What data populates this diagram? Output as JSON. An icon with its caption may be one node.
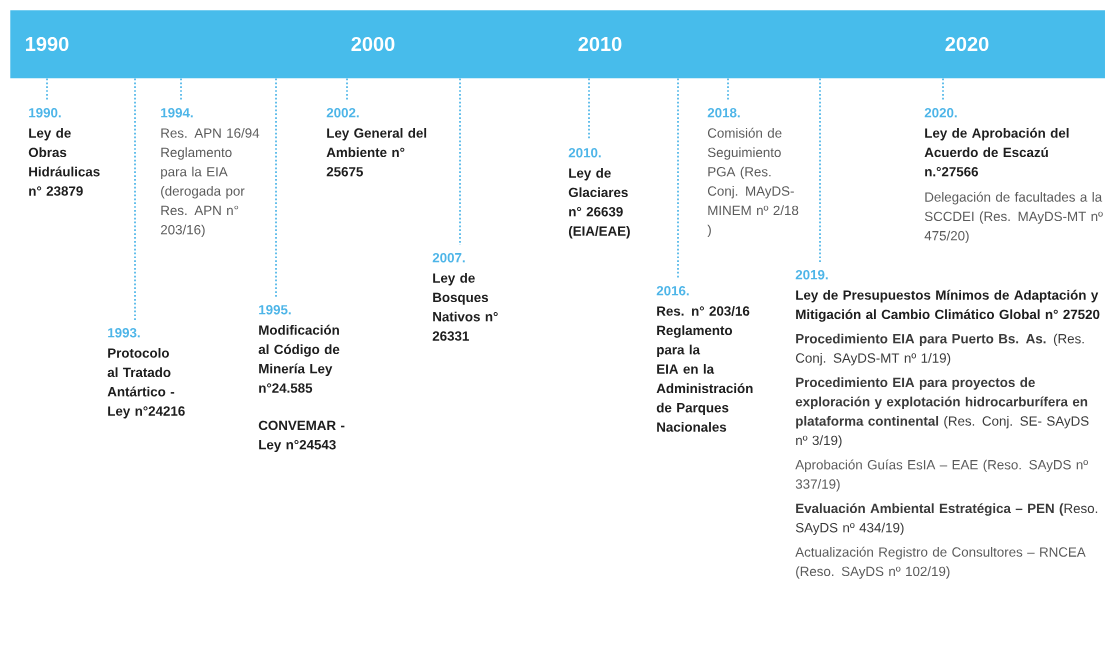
{
  "diagram": {
    "nodes": [
      {
        "text": [
          "1990",
          "2000",
          "2010",
          "2020"
        ]
      },
      {
        "text": [
          "1990.",
          "Ley de Obras Hidráulicas n° 23879"
        ]
      },
      {
        "text": [
          "1993.",
          "Protocolo al Tratado Antártico - Ley n°24216"
        ]
      },
      {
        "text": [
          "1994.",
          "Res. APN 16/94 Reglamento para la EIA (derogada por Res. APN n° 203/16)"
        ]
      },
      {
        "text": [
          "1995.",
          "Modificación al Código de Minería Ley n°24.585",
          "CONVEMAR - Ley n°24543"
        ]
      },
      {
        "text": [
          "2002.",
          "Ley General del Ambiente n° 25675"
        ]
      },
      {
        "text": [
          "2007.",
          "Ley de Bosques Nativos n° 26331"
        ]
      },
      {
        "text": [
          "2010.",
          "Ley de Glaciares n° 26639 (EIA/EAE)"
        ]
      },
      {
        "text": [
          "2016.",
          "Res. n° 203/16 Reglamento para la EIA en la Administración de Parques Nacionales"
        ]
      },
      {
        "text": [
          "2018.",
          "Comisión de Seguimiento PGA (Res. Conj. MAyDS-MINEM nº 2/18 )"
        ]
      },
      {
        "text": [
          "2019.",
          "Ley de Presupuestos Mínimos de Adaptación y Mitigación al Cambio Climático Global n° 27520",
          "**Procedimiento EIA para Puerto Bs. As.** (Res. Conj. SAyDS-MT nº 1/19)",
          "**Procedimiento EIA para proyectos de exploración y explotación hidrocarburífera en plataforma continental** (Res. Conj. SE- SAyDS nº 3/19)",
          "Aprobación Guías EsIA – EAE (Reso. SAyDS nº 337/19)",
          "**Evaluación Ambiental Estratégica – PEN (**Reso. SAyDS nº 434/19)",
          "Actualización Registro de Consultores – RNCEA (Reso. SAyDS nº 102/19)"
        ]
      },
      {
        "text": [
          "2020.",
          "Ley de Aprobación del Acuerdo de Escazú n.°27566",
          "Delegación de facultades a la SCCDEI (Res. MAyDS-MT nº 475/20)"
        ]
      }
    ],
    "edges": [
      {
        "from": 0,
        "to": 1,
        "arrow": "none"
      },
      {
        "from": 0,
        "to": 2,
        "arrow": "none"
      },
      {
        "from": 0,
        "to": 3,
        "arrow": "none"
      },
      {
        "from": 0,
        "to": 4,
        "arrow": "none"
      },
      {
        "from": 0,
        "to": 5,
        "arrow": "none"
      },
      {
        "from": 0,
        "to": 6,
        "arrow": "none"
      },
      {
        "from": 0,
        "to": 7,
        "arrow": "none"
      },
      {
        "from": 0,
        "to": 8,
        "arrow": "none"
      },
      {
        "from": 0,
        "to": 9,
        "arrow": "none"
      },
      {
        "from": 0,
        "to": 10,
        "arrow": "none"
      },
      {
        "from": 0,
        "to": 11,
        "arrow": "none"
      }
    ]
  }
}
